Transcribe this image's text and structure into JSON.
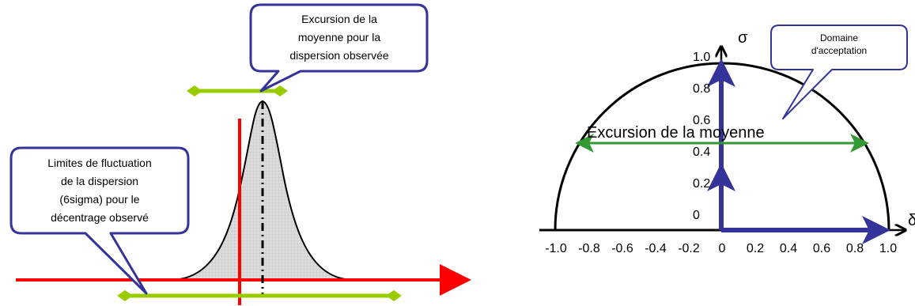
{
  "left_diagram": {
    "callout_top": [
      "Excursion de la",
      "moyenne pour la",
      "dispersion observée"
    ],
    "callout_left": [
      "Limites de fluctuation",
      "de la dispersion",
      "(6sigma) pour le",
      "décentrage observé"
    ],
    "colors": {
      "axis": "#ff0000",
      "range_bar": "#99cc00",
      "curve_fill": "#d9d9d9",
      "callout_border": "#333399",
      "mean_line": "#000000"
    }
  },
  "right_diagram": {
    "y_axis_symbol": "σ",
    "x_axis_symbol": "δ",
    "y_ticks": [
      "0",
      "0.2",
      "0.4",
      "0.6",
      "0.8",
      "1.0"
    ],
    "x_ticks": [
      "-1.0",
      "-0.8",
      "-0.6",
      "-0.4",
      "-0.2",
      "0",
      "0.2",
      "0.4",
      "0.6",
      "0.8",
      "1.0"
    ],
    "excursion_label": "Excursion de la moyenne",
    "callout": [
      "Domaine",
      "d'acceptation"
    ],
    "colors": {
      "arc": "#000000",
      "vector": "#333399",
      "excursion": "#339933",
      "callout_border": "#333399"
    }
  }
}
